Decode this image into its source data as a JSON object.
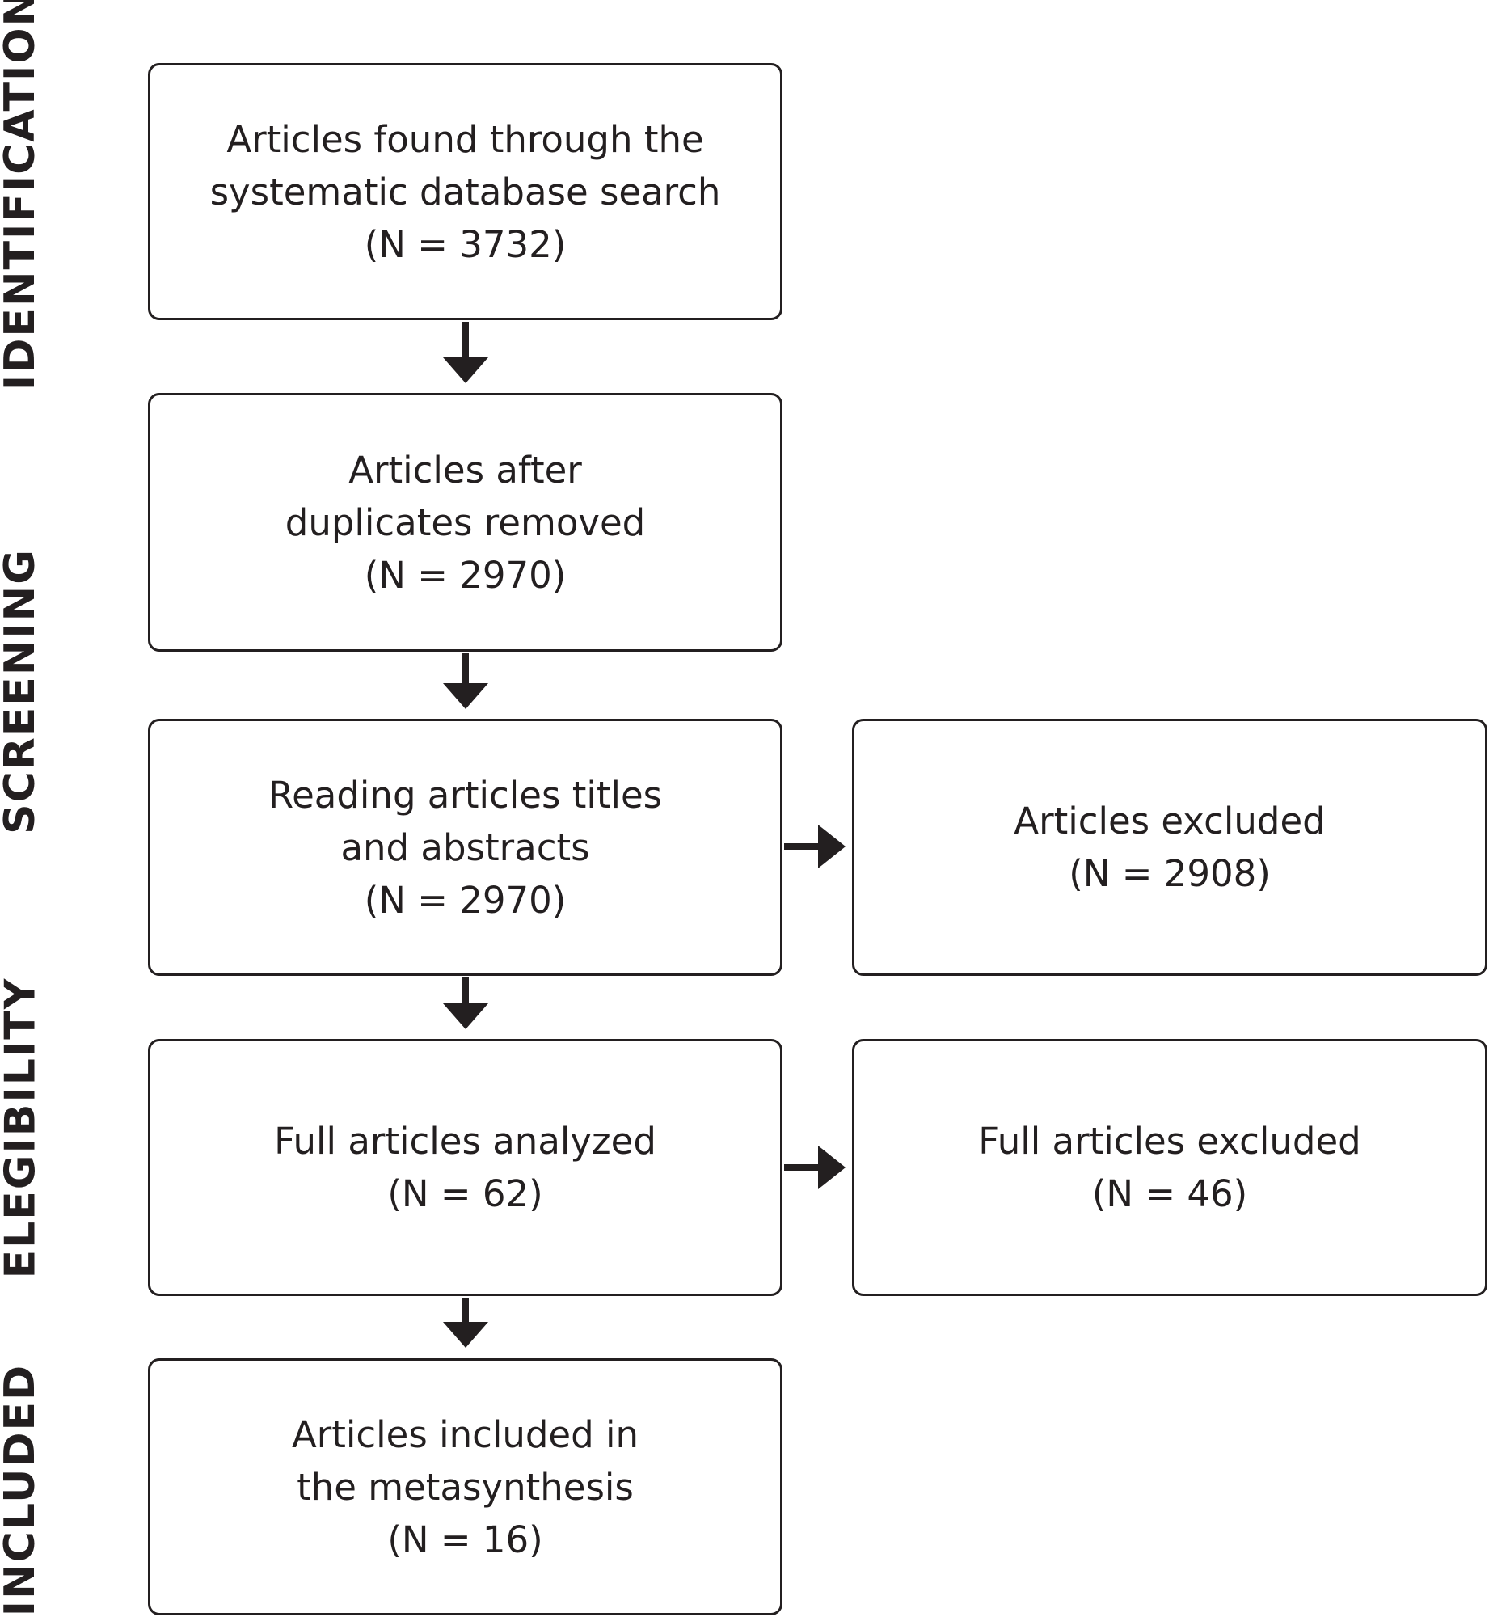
{
  "phases": {
    "identification": "IDENTIFICATION",
    "screening": "SCREENING",
    "elegibility": "ELEGIBILITY",
    "included": "INCLUDED"
  },
  "boxes": {
    "search": {
      "line1": "Articles found through the",
      "line2": "systematic database search",
      "count": "(N = 3732)"
    },
    "dedup": {
      "line1": "Articles after",
      "line2": "duplicates removed",
      "count": "(N = 2970)"
    },
    "reading": {
      "line1": "Reading articles titles",
      "line2": "and abstracts",
      "count": "(N = 2970)"
    },
    "excluded": {
      "line1": "Articles excluded",
      "count": "(N = 2908)"
    },
    "full_analyzed": {
      "line1": "Full articles analyzed",
      "count": "(N = 62)"
    },
    "full_excluded": {
      "line1": "Full articles excluded",
      "count": "(N = 46)"
    },
    "included": {
      "line1": "Articles included in",
      "line2": "the metasynthesis",
      "count": "(N = 16)"
    }
  },
  "colors": {
    "ink": "#231f20",
    "background": "#ffffff"
  }
}
